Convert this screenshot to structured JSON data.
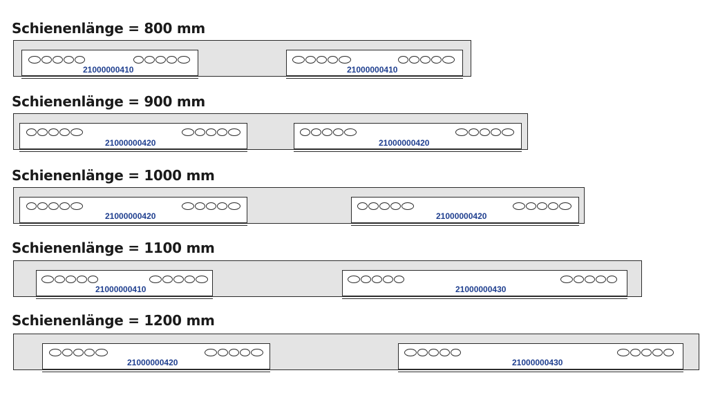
{
  "rows": [
    {
      "title": "Schienenlänge = 800 mm",
      "brackets": [
        {
          "code": "21000000410"
        },
        {
          "code": "21000000410"
        }
      ]
    },
    {
      "title": "Schienenlänge = 900 mm",
      "brackets": [
        {
          "code": "21000000420"
        },
        {
          "code": "21000000420"
        }
      ]
    },
    {
      "title": "Schienenlänge = 1000 mm",
      "brackets": [
        {
          "code": "21000000420"
        },
        {
          "code": "21000000420"
        }
      ]
    },
    {
      "title": "Schienenlänge = 1100 mm",
      "brackets": [
        {
          "code": "21000000410"
        },
        {
          "code": "21000000430"
        }
      ]
    },
    {
      "title": "Schienenlänge = 1200 mm",
      "brackets": [
        {
          "code": "21000000420"
        },
        {
          "code": "21000000430"
        }
      ]
    }
  ],
  "colors": {
    "rail_fill": "#e4e4e4",
    "outline": "#2b2b2b",
    "code_text": "#1f3f8f",
    "title_text": "#1a1a1a"
  }
}
